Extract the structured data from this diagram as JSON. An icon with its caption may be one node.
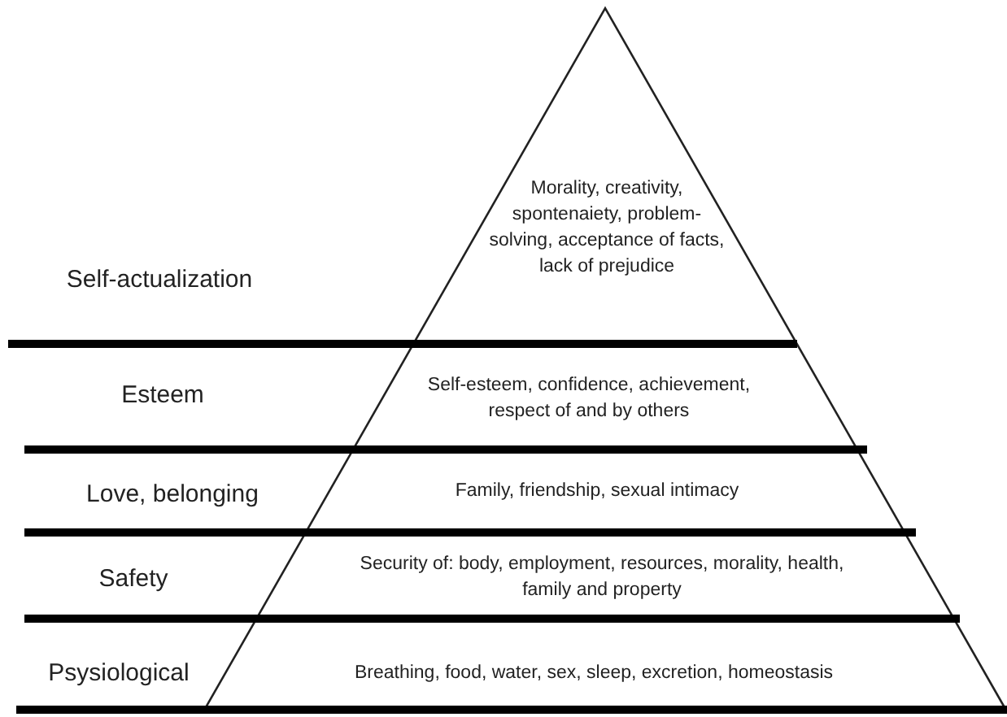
{
  "diagram": {
    "nodes": [
      {
        "text": [
          "Self-actualization",
          "Morality, creativity, spontenaiety, problem-solving, acceptance of facts, lack of prejudice"
        ]
      },
      {
        "text": [
          "Esteem",
          "Self-esteem, confidence, achievement, respect of and by others"
        ]
      },
      {
        "text": [
          "Love, belonging",
          "Family, friendship, sexual intimacy"
        ]
      },
      {
        "text": [
          "Safety",
          "Security of: body, employment, resources, morality, health, family and property"
        ]
      },
      {
        "text": [
          "Psysiological",
          "Breathing, food, water, sex, sleep, excretion, homeostasis"
        ]
      }
    ]
  }
}
